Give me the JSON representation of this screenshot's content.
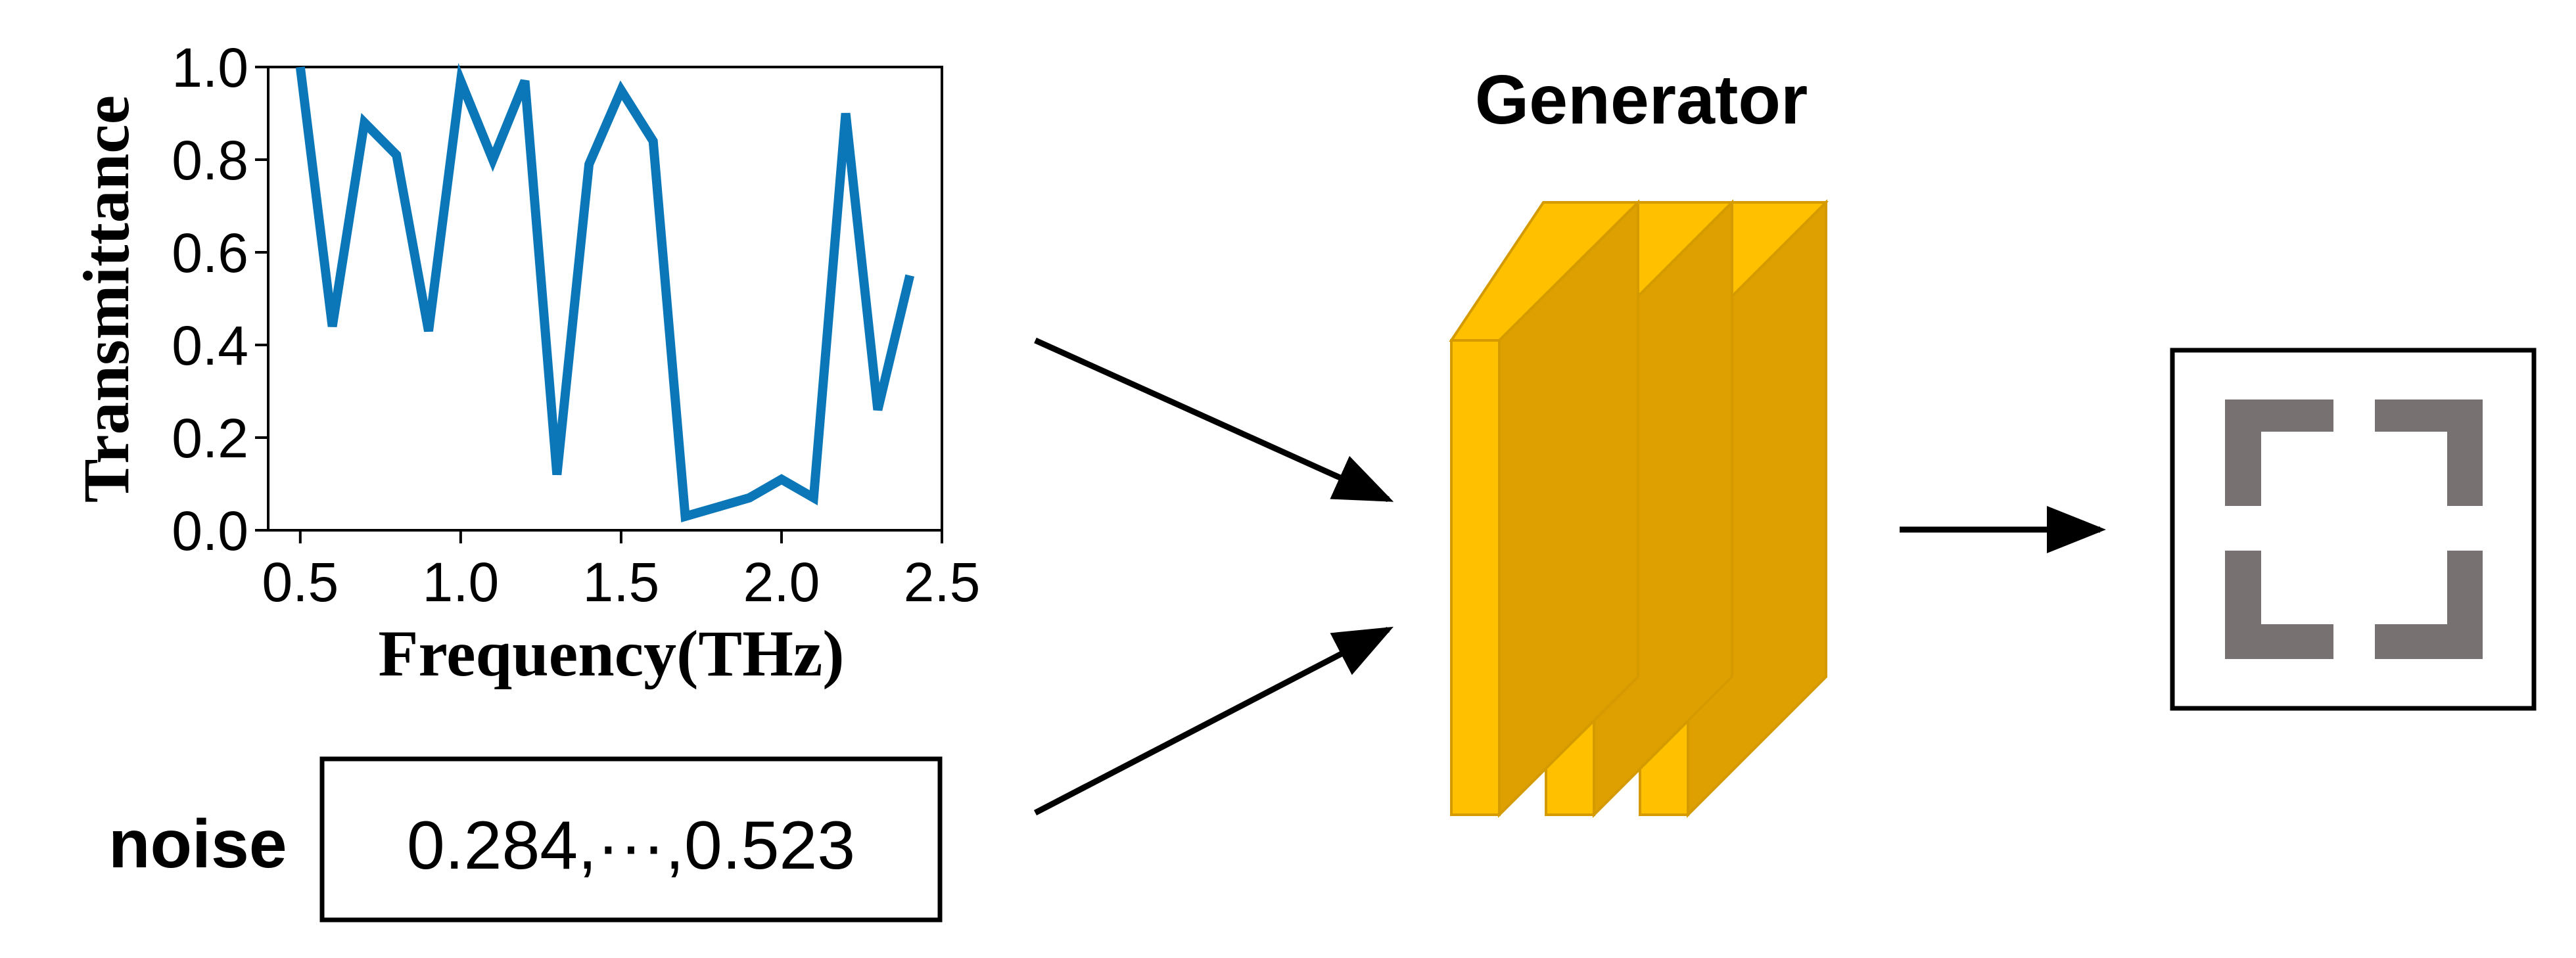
{
  "chart_data": {
    "type": "line",
    "xlabel": "Frequency(THz)",
    "ylabel": "Transmittance",
    "xlim": [
      0.4,
      2.5
    ],
    "ylim": [
      0.0,
      1.0
    ],
    "xticks": [
      "0.5",
      "1.0",
      "1.5",
      "2.0",
      "2.5"
    ],
    "yticks": [
      "0.0",
      "0.2",
      "0.4",
      "0.6",
      "0.8",
      "1.0"
    ],
    "grid": false,
    "series": [
      {
        "color": "#0b77b8",
        "x": [
          0.5,
          0.6,
          0.7,
          0.8,
          0.9,
          1.0,
          1.1,
          1.2,
          1.3,
          1.4,
          1.5,
          1.6,
          1.7,
          1.8,
          1.9,
          2.0,
          2.1,
          2.2,
          2.3,
          2.4
        ],
        "y": [
          1.0,
          0.44,
          0.88,
          0.81,
          0.43,
          0.97,
          0.8,
          0.97,
          0.12,
          0.79,
          0.95,
          0.84,
          0.03,
          0.05,
          0.07,
          0.11,
          0.07,
          0.9,
          0.26,
          0.55
        ]
      }
    ]
  },
  "diagram": {
    "generator_label": "Generator",
    "noise_label": "noise",
    "noise_value": "0.284,···,0.523",
    "colors": {
      "layer_front": "#ffc000",
      "layer_side": "#dda000",
      "layer_edge": "#d49a00",
      "output_shape": "#777271",
      "arrow": "#000000"
    },
    "output_icon": "corner-brackets-icon"
  }
}
